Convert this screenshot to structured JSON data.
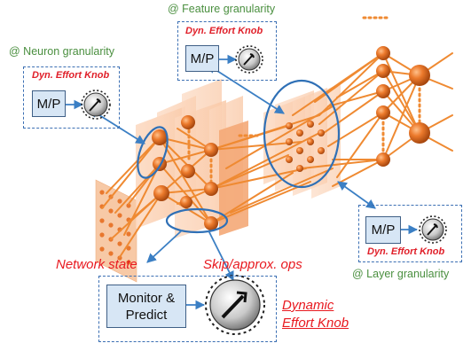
{
  "labels": {
    "feature_granularity": "@ Feature granularity",
    "neuron_granularity": "@ Neuron granularity",
    "layer_granularity": "@ Layer granularity",
    "network_state": "Network state",
    "skip_ops": "Skip/approx. ops",
    "dynamic_effort_knob_line1": "Dynamic",
    "dynamic_effort_knob_line2": "Effort Knob"
  },
  "panels": {
    "neuron": {
      "knob_title": "Dyn. Effort Knob",
      "box_label": "M/P"
    },
    "feature": {
      "knob_title": "Dyn. Effort Knob",
      "box_label": "M/P"
    },
    "layer": {
      "knob_title": "Dyn. Effort Knob",
      "box_label": "M/P"
    },
    "main": {
      "box_label_line1": "Monitor &",
      "box_label_line2": "Predict"
    }
  },
  "colors": {
    "neuron_orange": "#e8772e",
    "connection_orange": "#ef8a32",
    "layer_panel": "#fbd9c2",
    "blue_line": "#3b7fc4",
    "dashed_border": "#3b6fb3",
    "mp_fill": "#d7e6f5",
    "label_green": "#4a8f3f",
    "label_red": "#e8191f"
  },
  "icons": [
    "effort-knob-icon",
    "arrow-icon"
  ]
}
